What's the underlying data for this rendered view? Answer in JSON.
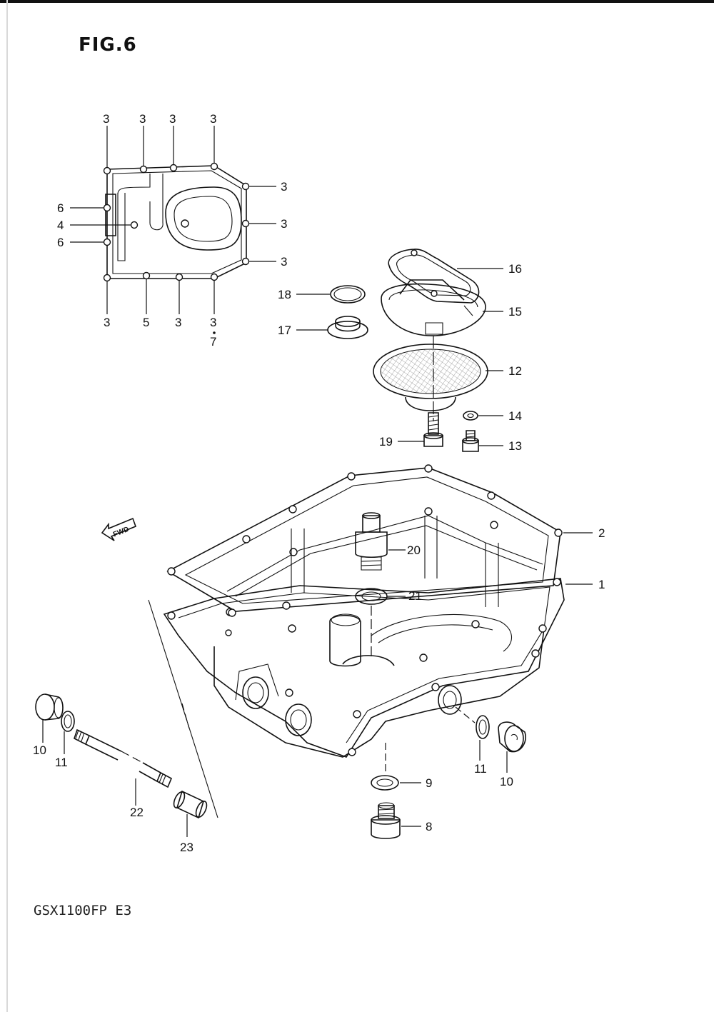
{
  "figure": {
    "title": "FIG.6"
  },
  "model": {
    "code": "GSX1100FP  E3"
  },
  "arrow": {
    "label": "FWD"
  },
  "callouts": {
    "c1": "1",
    "c2": "2",
    "c3": "3",
    "c4": "4",
    "c5": "5",
    "c6": "6",
    "c7": "7",
    "c8": "8",
    "c9": "9",
    "c10": "10",
    "c11": "11",
    "c12": "12",
    "c13": "13",
    "c14": "14",
    "c15": "15",
    "c16": "16",
    "c17": "17",
    "c18": "18",
    "c19": "19",
    "c20": "20",
    "c21": "21",
    "c22": "22",
    "c23": "23"
  }
}
